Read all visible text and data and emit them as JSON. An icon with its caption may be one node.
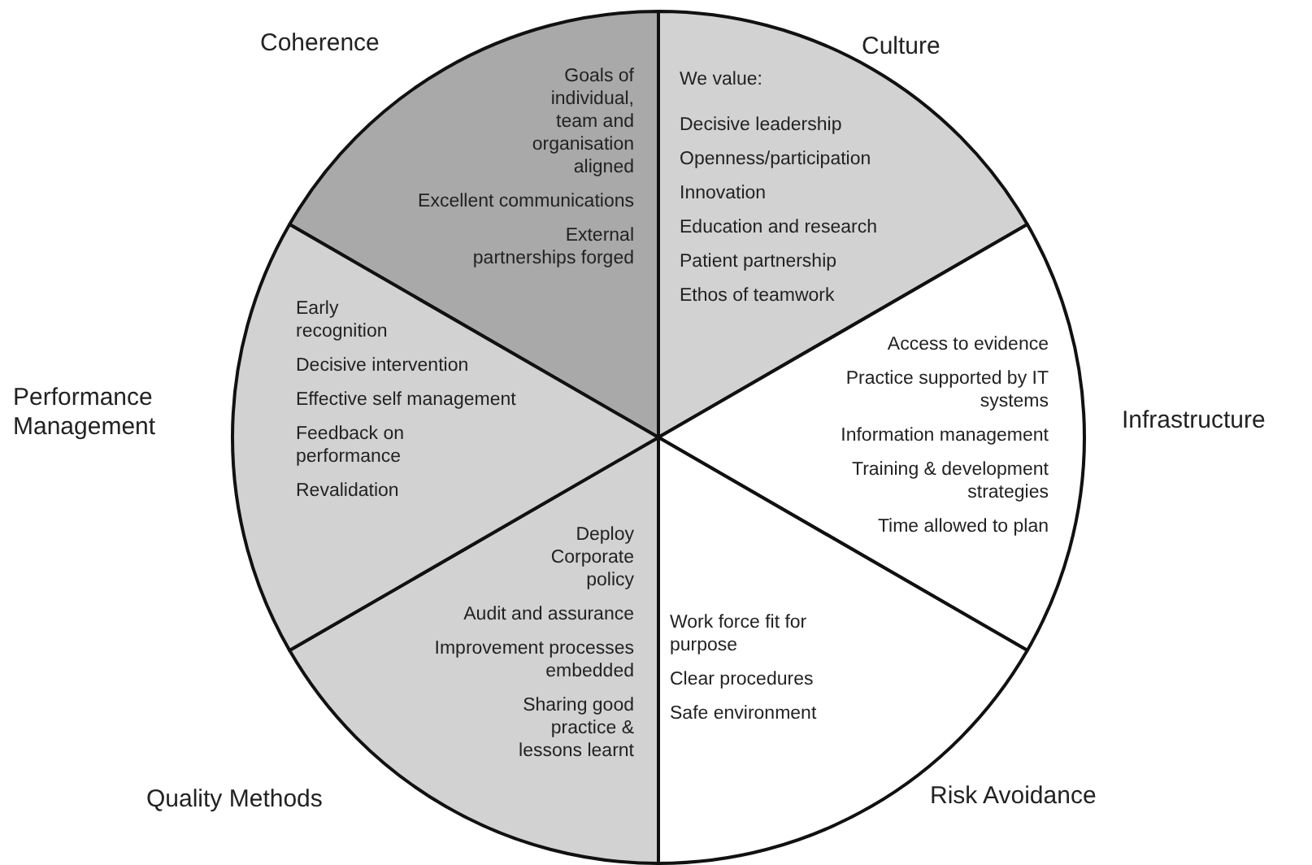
{
  "diagram": {
    "nodes": [
      {
        "text": [
          "Coherence",
          "Goals of individual, team and organisation aligned",
          "Excellent communications",
          "External partnerships forged"
        ]
      },
      {
        "text": [
          "Culture",
          "We value:",
          "Decisive leadership",
          "Openness/participation",
          "Innovation",
          "Education and research",
          "Patient partnership",
          "Ethos of teamwork"
        ]
      },
      {
        "text": [
          "Infrastructure",
          "Access to evidence",
          "Practice supported by IT systems",
          "Information management",
          "Training & development strategies",
          "Time allowed to plan"
        ]
      },
      {
        "text": [
          "Risk Avoidance",
          "Work force fit for purpose",
          "Clear procedures",
          "Safe environment"
        ]
      },
      {
        "text": [
          "Quality Methods",
          "Deploy Corporate policy",
          "Audit and assurance",
          "Improvement processes embedded",
          "Sharing good practice & lessons learnt"
        ]
      },
      {
        "text": [
          "Performance Management",
          "Early recognition",
          "Decisive intervention",
          "Effective self management",
          "Feedback on performance",
          "Revalidation"
        ]
      }
    ]
  }
}
